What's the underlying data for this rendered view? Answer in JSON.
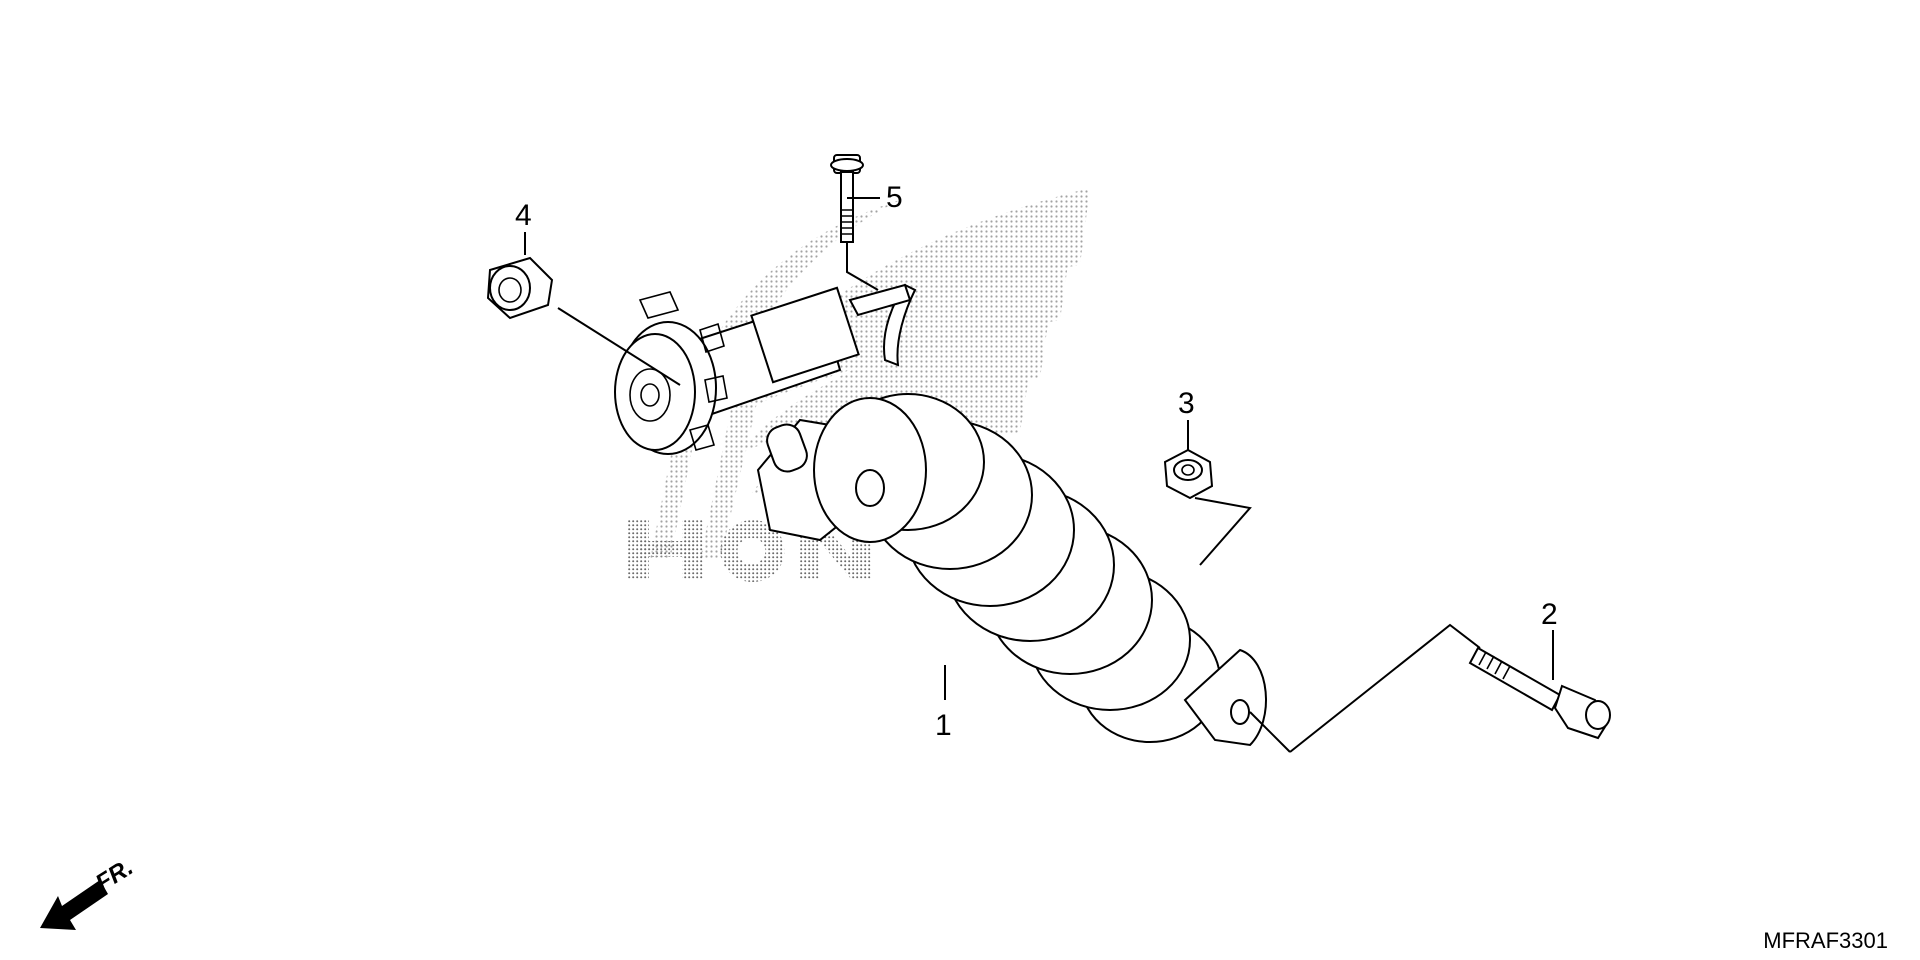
{
  "callouts": [
    "1",
    "2",
    "3",
    "4",
    "5"
  ],
  "diagram_code": "MFRAF3301",
  "front_indicator": "FR.",
  "watermark": {
    "text": "HONDA",
    "color": "#b8b8b8"
  },
  "colors": {
    "line": "#000000",
    "background": "#ffffff",
    "watermark": "#b8b8b8"
  }
}
